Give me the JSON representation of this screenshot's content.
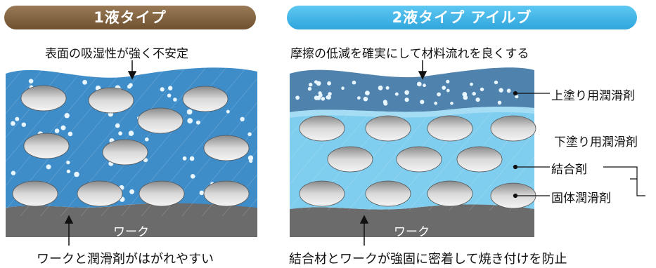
{
  "left_panel": {
    "title": "1液タイプ",
    "top_caption": "表面の吸湿性が強く不安定",
    "bottom_caption": "ワークと潤滑剤がはがれやすい",
    "substrate_label": "ワーク"
  },
  "right_panel": {
    "title": "2液タイプ アイルブ",
    "top_caption": "摩擦の低減を確実にして材料流れを良くする",
    "bottom_caption": "結合材とワークが強固に密着して焼き付けを防止",
    "substrate_label": "ワーク",
    "labels": {
      "top_coat": "上塗り用潤滑剤",
      "under_coat": "下塗り用潤滑剤",
      "binder": "結合剤",
      "solid_lubricant": "固体潤滑剤"
    }
  },
  "colors": {
    "left_title_bg": "#8a6a45",
    "right_title_bg": "#3fb5e8",
    "left_layer": "#3e8cc8",
    "right_top_layer": "#4f82ad",
    "right_under_layer": "#7fcdef",
    "substrate": "#6b6b6b"
  }
}
